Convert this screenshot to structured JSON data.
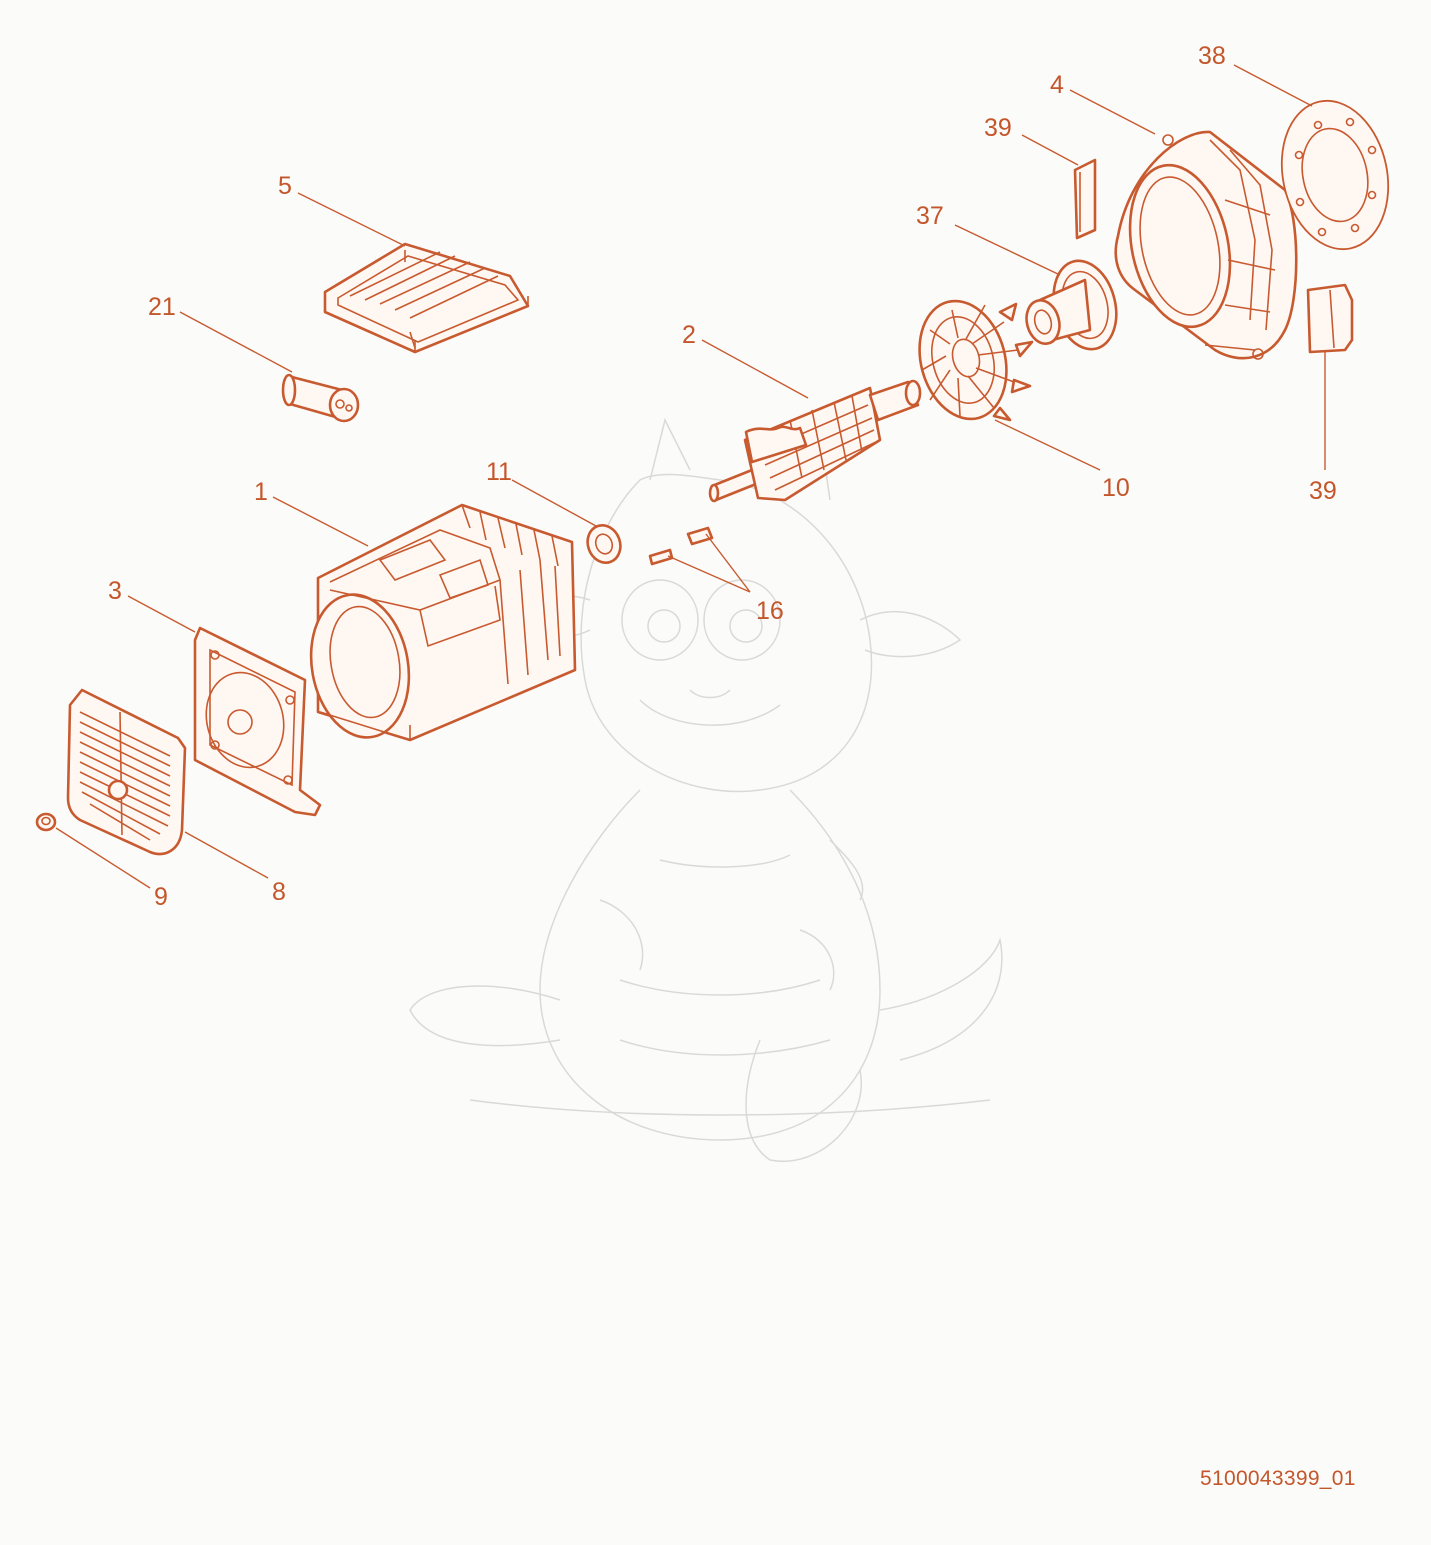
{
  "colors": {
    "accent": "#c85a30",
    "label_text": "#c4562b",
    "watermark": "#d9d9d6",
    "background": "#fbfbf9",
    "id_text": "#c4562b"
  },
  "watermark_icon": "baby-dragon-sketch-icon",
  "drawing_id": "5100043399_01",
  "callouts": [
    {
      "id": "c38",
      "label": "38",
      "part": "flange-gasket-ring"
    },
    {
      "id": "c4",
      "label": "4",
      "part": "rear-end-shield"
    },
    {
      "id": "c39a",
      "label": "39",
      "part": "air-deflector-plate-upper"
    },
    {
      "id": "c37",
      "label": "37",
      "part": "coupling-hub"
    },
    {
      "id": "c5",
      "label": "5",
      "part": "terminal-box-cover"
    },
    {
      "id": "c21",
      "label": "21",
      "part": "capacitor"
    },
    {
      "id": "c2",
      "label": "2",
      "part": "rotor"
    },
    {
      "id": "c10",
      "label": "10",
      "part": "cooling-fan"
    },
    {
      "id": "c39b",
      "label": "39",
      "part": "air-deflector-plate-lower"
    },
    {
      "id": "c11",
      "label": "11",
      "part": "bearing"
    },
    {
      "id": "c1",
      "label": "1",
      "part": "stator-housing"
    },
    {
      "id": "c16",
      "label": "16",
      "part": "brush-pins"
    },
    {
      "id": "c3",
      "label": "3",
      "part": "front-end-shield"
    },
    {
      "id": "c8",
      "label": "8",
      "part": "front-grille-cover"
    },
    {
      "id": "c9",
      "label": "9",
      "part": "cap-plug"
    }
  ]
}
